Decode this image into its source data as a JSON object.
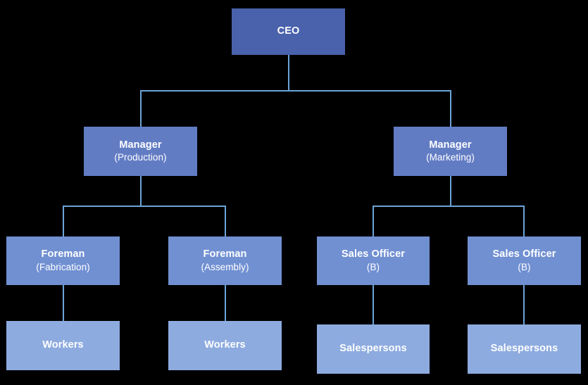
{
  "chart_data": {
    "type": "diagram",
    "diagram_type": "organizational-chart",
    "title": "",
    "background_color": "#000000",
    "connector_color": "#6ba4d8",
    "levels": [
      {
        "level": 0,
        "fill": "#4a62ac",
        "text_color": "#ffffff"
      },
      {
        "level": 1,
        "fill": "#627cc4",
        "text_color": "#ffffff"
      },
      {
        "level": 2,
        "fill": "#7190d2",
        "text_color": "#ffffff"
      },
      {
        "level": 3,
        "fill": "#8dabdf",
        "text_color": "#ffffff"
      }
    ],
    "nodes": [
      {
        "id": "ceo",
        "title": "CEO",
        "subtitle": "",
        "level": 0,
        "parent": null
      },
      {
        "id": "mgr-production",
        "title": "Manager",
        "subtitle": "(Production)",
        "level": 1,
        "parent": "ceo"
      },
      {
        "id": "mgr-marketing",
        "title": "Manager",
        "subtitle": "(Marketing)",
        "level": 1,
        "parent": "ceo"
      },
      {
        "id": "foreman-fabrication",
        "title": "Foreman",
        "subtitle": "(Fabrication)",
        "level": 2,
        "parent": "mgr-production"
      },
      {
        "id": "foreman-assembly",
        "title": "Foreman",
        "subtitle": "(Assembly)",
        "level": 2,
        "parent": "mgr-production"
      },
      {
        "id": "sales-officer-1",
        "title": "Sales Officer",
        "subtitle": "(B)",
        "level": 2,
        "parent": "mgr-marketing"
      },
      {
        "id": "sales-officer-2",
        "title": "Sales Officer",
        "subtitle": "(B)",
        "level": 2,
        "parent": "mgr-marketing"
      },
      {
        "id": "workers-1",
        "title": "Workers",
        "subtitle": "",
        "level": 3,
        "parent": "foreman-fabrication"
      },
      {
        "id": "workers-2",
        "title": "Workers",
        "subtitle": "",
        "level": 3,
        "parent": "foreman-assembly"
      },
      {
        "id": "salespersons-1",
        "title": "Salespersons",
        "subtitle": "",
        "level": 3,
        "parent": "sales-officer-1"
      },
      {
        "id": "salespersons-2",
        "title": "Salespersons",
        "subtitle": "",
        "level": 3,
        "parent": "sales-officer-2"
      }
    ]
  },
  "chart": {
    "ceo": {
      "title": "CEO",
      "subtitle": ""
    },
    "manager_production": {
      "title": "Manager",
      "subtitle": "(Production)"
    },
    "manager_marketing": {
      "title": "Manager",
      "subtitle": "(Marketing)"
    },
    "foreman_fabrication": {
      "title": "Foreman",
      "subtitle": "(Fabrication)"
    },
    "foreman_assembly": {
      "title": "Foreman",
      "subtitle": "(Assembly)"
    },
    "sales_officer_left": {
      "title": "Sales Officer",
      "subtitle": "(B)"
    },
    "sales_officer_right": {
      "title": "Sales Officer",
      "subtitle": "(B)"
    },
    "workers_left": {
      "title": "Workers",
      "subtitle": ""
    },
    "workers_right": {
      "title": "Workers",
      "subtitle": ""
    },
    "salespersons_left": {
      "title": "Salespersons",
      "subtitle": ""
    },
    "salespersons_right": {
      "title": "Salespersons",
      "subtitle": ""
    }
  }
}
